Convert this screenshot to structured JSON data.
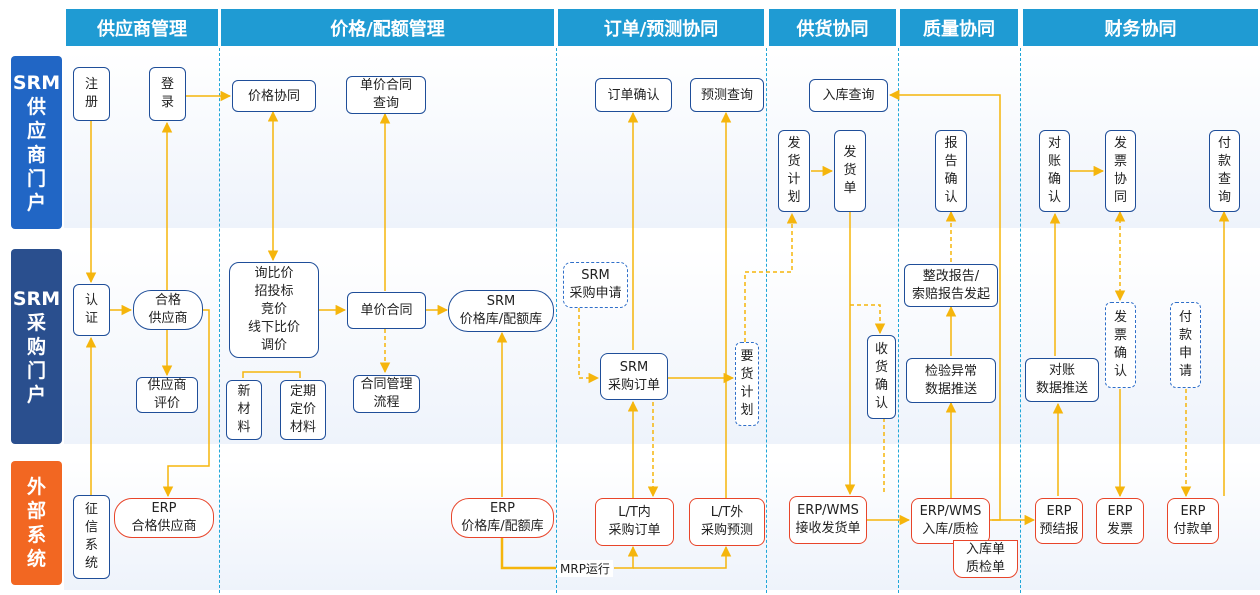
{
  "headers": {
    "supplier": "供应商管理",
    "price": "价格/配额管理",
    "order": "订单/预测协同",
    "supply": "供货协同",
    "quality": "质量协同",
    "finance": "财务协同"
  },
  "lanes": {
    "portal": [
      "SRM",
      "供",
      "应",
      "商",
      "门",
      "户"
    ],
    "purchase": [
      "SRM",
      "采",
      "购",
      "门",
      "户"
    ],
    "external": [
      "外",
      "部",
      "系",
      "统"
    ]
  },
  "nodes": {
    "register": [
      "注",
      "册"
    ],
    "login": [
      "登",
      "录"
    ],
    "certify": [
      "认",
      "证"
    ],
    "qualified": [
      "合格",
      "供应商"
    ],
    "evaluate": [
      "供应商",
      "评价"
    ],
    "credit": [
      "征",
      "信",
      "系",
      "统"
    ],
    "erp_supplier": [
      "ERP",
      "合格供应商"
    ],
    "price_collab": "价格协同",
    "unit_contract_query": [
      "单价合同",
      "查询"
    ],
    "inquiry": [
      "询比价",
      "招投标",
      "竞价",
      "线下比价",
      "调价"
    ],
    "new_material": [
      "新",
      "材",
      "料"
    ],
    "fixed_price": [
      "定期",
      "定价",
      "材料"
    ],
    "unit_contract": "单价合同",
    "contract_flow": [
      "合同管理",
      "流程"
    ],
    "srm_price_lib": [
      "SRM",
      "价格库/配额库"
    ],
    "erp_price_lib": [
      "ERP",
      "价格库/配额库"
    ],
    "order_confirm": "订单确认",
    "forecast_query": "预测查询",
    "srm_pr": [
      "SRM",
      "采购申请"
    ],
    "srm_po": [
      "SRM",
      "采购订单"
    ],
    "demand_plan": [
      "要",
      "货",
      "计",
      "划"
    ],
    "lt_inner": [
      "L/T内",
      "采购订单"
    ],
    "lt_outer": [
      "L/T外",
      "采购预测"
    ],
    "mrp": "MRP运行",
    "ship_plan": [
      "发",
      "货",
      "计",
      "划"
    ],
    "ship_note": [
      "发",
      "货",
      "单"
    ],
    "inbound_query": "入库查询",
    "receive_confirm": [
      "收",
      "货",
      "确",
      "认"
    ],
    "erp_wms_recv": [
      "ERP/WMS",
      "接收发货单"
    ],
    "report_confirm": [
      "报",
      "告",
      "确",
      "认"
    ],
    "rectify": [
      "整改报告/",
      "索赔报告发起"
    ],
    "inspect_push": [
      "检验异常",
      "数据推送"
    ],
    "erp_wms_in": [
      "ERP/WMS",
      "入库/质检"
    ],
    "inbound_doc": [
      "入库单",
      "质检单"
    ],
    "recon_confirm": [
      "对",
      "账",
      "确",
      "认"
    ],
    "invoice_collab": [
      "发",
      "票",
      "协",
      "同"
    ],
    "pay_query": [
      "付",
      "款",
      "查",
      "询"
    ],
    "recon_push": [
      "对账",
      "数据推送"
    ],
    "invoice_confirm": [
      "发",
      "票",
      "确",
      "认"
    ],
    "pay_request": [
      "付",
      "款",
      "申",
      "请"
    ],
    "erp_prelim": [
      "ERP",
      "预结报"
    ],
    "erp_invoice": [
      "ERP",
      "发票"
    ],
    "erp_payment": [
      "ERP",
      "付款单"
    ]
  },
  "colors": {
    "header": "#1f9bd3",
    "portal_lane": "#2166c5",
    "purchase_lane": "#2a4f8e",
    "external_lane": "#f26722",
    "arrow": "#f5b50c",
    "box_border": "#1f4e99",
    "erp_border": "#e8452a"
  }
}
